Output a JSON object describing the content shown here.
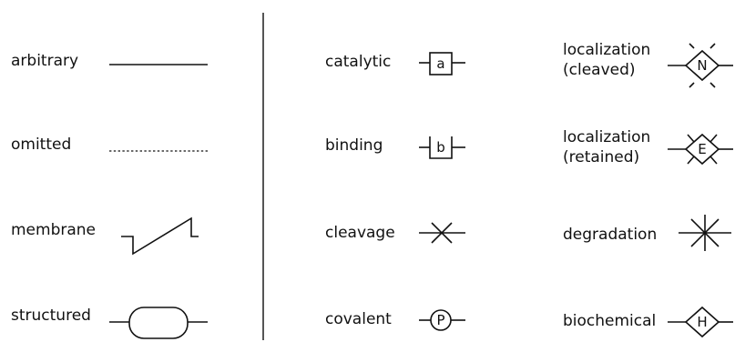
{
  "legend": {
    "left_column": [
      {
        "label": "arbitrary",
        "symbol": "arbitrary-line"
      },
      {
        "label": "omitted",
        "symbol": "dotted-line"
      },
      {
        "label": "membrane",
        "symbol": "membrane-zigzag"
      },
      {
        "label": "structured",
        "symbol": "rounded-box"
      }
    ],
    "middle_column": [
      {
        "label": "catalytic",
        "symbol": "square-box",
        "glyph": "a"
      },
      {
        "label": "binding",
        "symbol": "open-box",
        "glyph": "b"
      },
      {
        "label": "cleavage",
        "symbol": "x-cross"
      },
      {
        "label": "covalent",
        "symbol": "circle",
        "glyph": "P"
      }
    ],
    "right_column": [
      {
        "label_line1": "localization",
        "label_line2": "(cleaved)",
        "symbol": "diamond-broken-corners",
        "glyph": "N"
      },
      {
        "label_line1": "localization",
        "label_line2": "(retained)",
        "symbol": "diamond-crossed-corners",
        "glyph": "E"
      },
      {
        "label": "degradation",
        "symbol": "asterisk-cross"
      },
      {
        "label": "biochemical",
        "symbol": "diamond",
        "glyph": "H"
      }
    ]
  },
  "colors": {
    "stroke": "#111111",
    "divider": "#555555",
    "background": "#ffffff"
  }
}
